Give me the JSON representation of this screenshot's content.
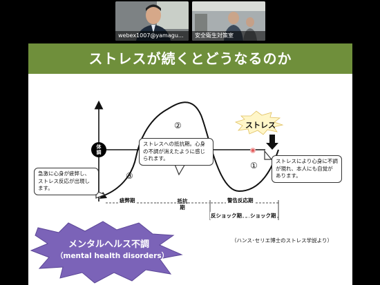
{
  "participants": [
    {
      "name": "webex1007@yamagu..."
    },
    {
      "name": "安全衛生対策室"
    }
  ],
  "slide": {
    "title": "ストレスが続くとどうなるのか",
    "body_label": "体調",
    "stress_label": "ストレス",
    "markers": {
      "one": "①",
      "two": "②",
      "three": "③"
    },
    "callouts": {
      "resistance": "ストレスへの抵抗期。心身の不調が消えたように感じられます。",
      "alarm": "ストレスにより心身に不調が現れ、本人にも自覚があります。",
      "exhaustion": "急激に心身が疲弊し、ストレス反応が出現します。"
    },
    "phases": {
      "exhaustion": "疲弊期",
      "resistance": "抵抗期",
      "alarm": "警告反応期",
      "countershock": "反ショック期",
      "shock": "ショック期"
    },
    "burst_line1": "メンタルヘルス不調",
    "burst_line2": "（mental health disorders）",
    "source": "（ハンス･セリエ博士のストレス学説より）"
  }
}
